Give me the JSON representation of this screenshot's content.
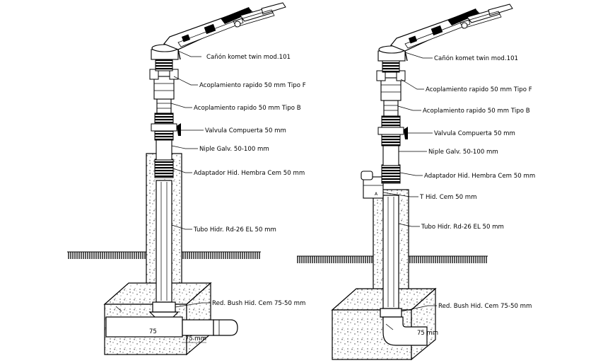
{
  "left": {
    "labels": {
      "canon": "Cañón komet twin mod.101",
      "acople_f": "Acoplamiento rapido 50 mm Tipo F",
      "acople_b": "Acoplamiento rapido 50 mm Tipo B",
      "valvula": "Valvula Compuerta 50 mm",
      "niple": "Niple Galv. 50-100 mm",
      "adaptador": "Adaptador Hid. Hembra Cem 50 mm",
      "tubo": "Tubo Hidr. Rd-26 EL 50 mm",
      "reduccion": "Red. Bush Hid. Cem 75-50 mm"
    },
    "dims": {
      "d1": "75",
      "d2": "75 mm"
    }
  },
  "right": {
    "labels": {
      "canon": "Cañón komet twin mod.101",
      "acople_f": "Acoplamiento rapido 50 mm Tipo F",
      "acople_b": "Acoplamiento rapido 50 mm Tipo B",
      "valvula": "Valvula Compuerta 50 mm",
      "niple": "Niple Galv. 50-100 mm",
      "adaptador": "Adaptador Hid. Hembra Cem 50 mm",
      "tee": "T Hid. Cem 50 mm",
      "tubo": "Tubo Hidr. Rd-26 EL 50 mm",
      "reduccion": "Red. Bush Hid. Cem 75-50 mm"
    },
    "dims": {
      "d1": "75 mm"
    }
  }
}
